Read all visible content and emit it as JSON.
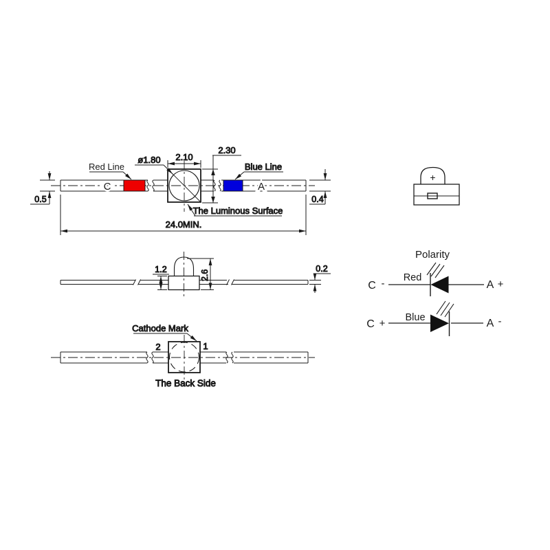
{
  "top_view": {
    "red_line_label": "Red Line",
    "blue_line_label": "Blue Line",
    "cathode_letter": "C",
    "anode_letter": "A",
    "diameter_dim": "ø1.80",
    "body_width_dim": "2.10",
    "body_height_dim": "2.30",
    "left_lead_width_dim": "0.5",
    "right_lead_width_dim": "0.4",
    "overall_length_dim": "24.0MIN.",
    "luminous_surface_label": "The Luminous Surface"
  },
  "side_view": {
    "base_height_dim": "1.2",
    "total_height_dim": "2.6",
    "lead_thickness_dim": "0.2"
  },
  "back_view": {
    "cathode_mark_label": "Cathode Mark",
    "pin_left": "2",
    "pin_right": "1",
    "caption": "The Back Side"
  },
  "package_icon": {
    "polarity_mark": "+"
  },
  "polarity": {
    "title": "Polarity",
    "rows": [
      {
        "cathode": "C",
        "cathode_sign": "-",
        "color": "Red",
        "anode": "A",
        "anode_sign": "+"
      },
      {
        "cathode": "C",
        "cathode_sign": "+",
        "color": "Blue",
        "anode": "A",
        "anode_sign": "-"
      }
    ]
  },
  "colors": {
    "red_band": "#ee0000",
    "blue_band": "#0000dd",
    "line": "#1a1a1a"
  }
}
